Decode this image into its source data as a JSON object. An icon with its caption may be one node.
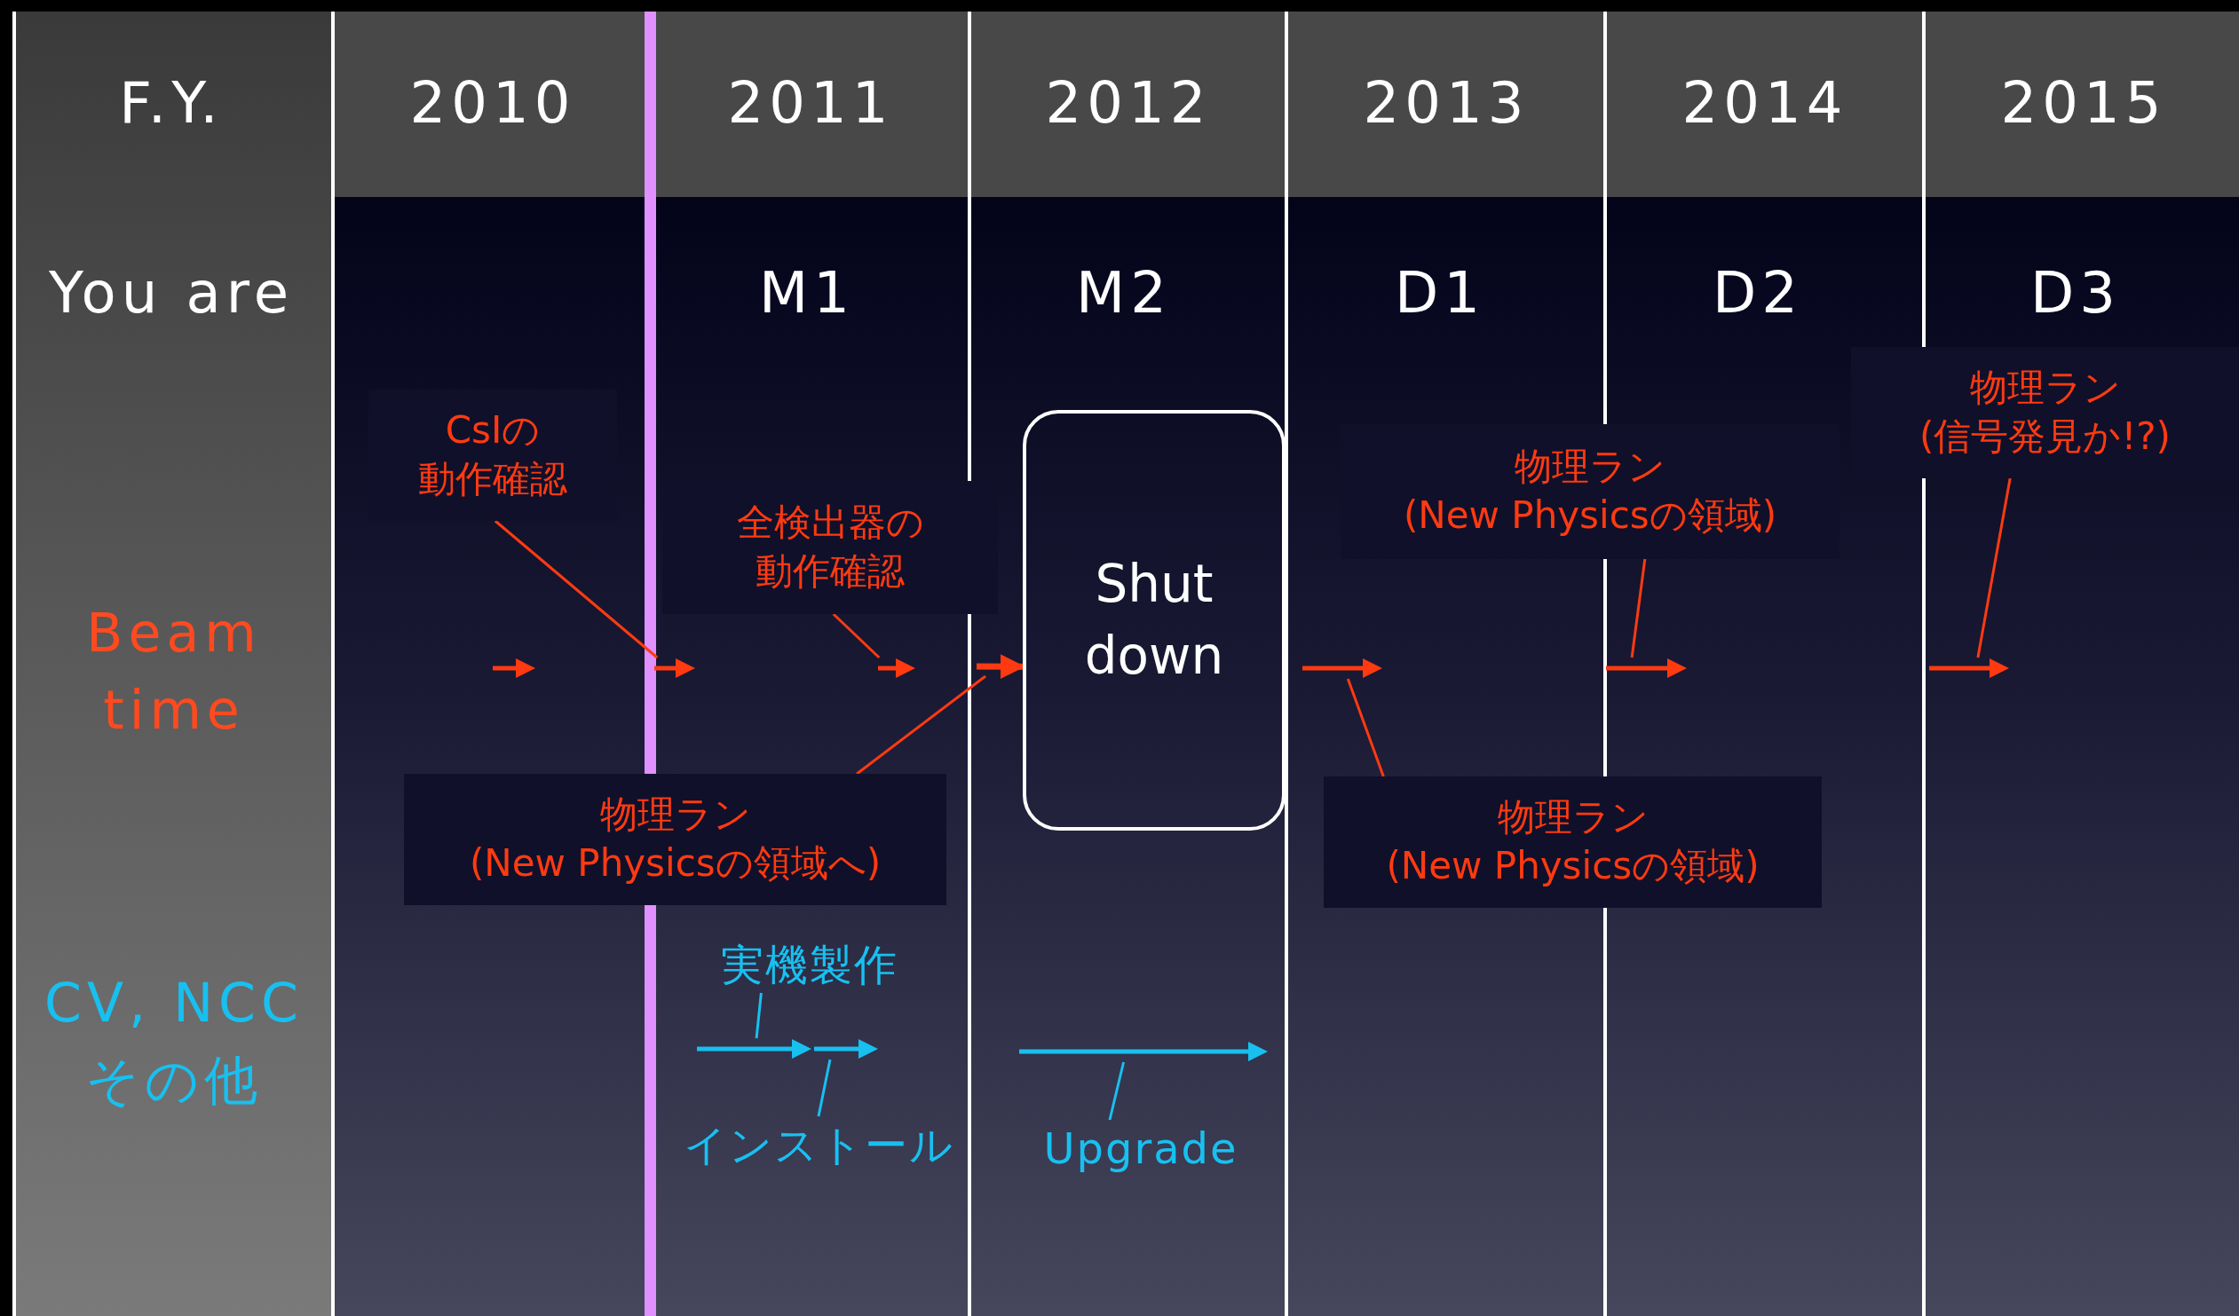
{
  "diagram": {
    "nodes": [
      {
        "text": [
          "CsIの動作確認"
        ]
      },
      {
        "text": [
          "Shut down"
        ]
      },
      {
        "text": [
          "物理ラン(信号発見か!?)"
        ]
      },
      {
        "text": [
          "物理ラン(New Physicsの領域)"
        ]
      },
      {
        "text": [
          "全検出器の動作確認"
        ]
      },
      {
        "text": [],
        "shape": "arrow"
      },
      {
        "text": [],
        "shape": "arrow"
      },
      {
        "text": [],
        "shape": "arrow"
      },
      {
        "text": [],
        "shape": "arrow"
      },
      {
        "text": [],
        "shape": "arrow"
      },
      {
        "text": [],
        "shape": "arrow"
      },
      {
        "text": [
          "物理ラン(New Physicsの領域へ)"
        ]
      },
      {
        "text": [
          "物理ラン(New Physicsの領域)"
        ]
      },
      {
        "text": [
          "実機製作"
        ]
      },
      {
        "text": [],
        "shape": "arrow"
      },
      {
        "text": [],
        "shape": "arrow"
      },
      {
        "text": [],
        "shape": "arrow"
      },
      {
        "text": [
          "インストール"
        ]
      },
      {
        "text": [
          "Upgrade"
        ]
      }
    ],
    "edges": [
      {
        "from": 0,
        "to": 6,
        "arrow": "none"
      },
      {
        "from": 4,
        "to": 7,
        "arrow": "none"
      },
      {
        "from": 11,
        "to": null,
        "arrow": "none"
      },
      {
        "from": 3,
        "to": 9,
        "arrow": "none"
      },
      {
        "from": 2,
        "to": 10,
        "arrow": "none"
      },
      {
        "from": 12,
        "to": 8,
        "arrow": "none"
      },
      {
        "from": 13,
        "to": 14,
        "arrow": "none",
        "color": "#18c0f0"
      },
      {
        "from": 17,
        "to": 15,
        "arrow": "none",
        "color": "#18c0f0"
      },
      {
        "from": 18,
        "to": 16,
        "arrow": "none",
        "color": "#18c0f0"
      },
      {
        "from": null,
        "to": 1,
        "arrow": "to",
        "style": "thick"
      }
    ],
    "labels": [
      "F.Y.",
      "2010",
      "2011",
      "2012",
      "2013",
      "2014",
      "2015",
      "You are",
      "M1",
      "M2",
      "D1",
      "D2",
      "D3",
      "Beam time",
      "CV, NCC その他"
    ]
  }
}
